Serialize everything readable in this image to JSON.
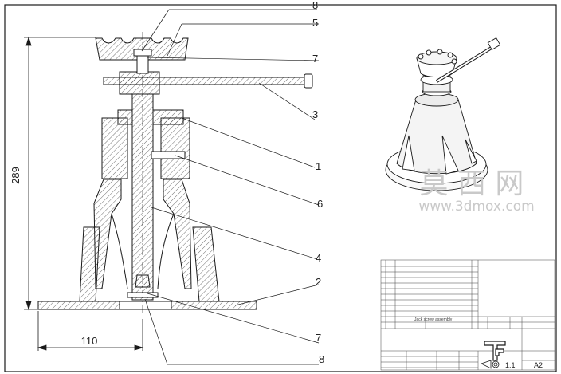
{
  "callouts": {
    "c8_top": "8",
    "c5": "5",
    "c7_top": "7",
    "c3": "3",
    "c1": "1",
    "c6": "6",
    "c4": "4",
    "c2": "2",
    "c7_bottom": "7",
    "c8_bottom": "8"
  },
  "dimensions": {
    "height": "289",
    "base_radius": "110"
  },
  "watermark": {
    "chinese": "莫 西 网",
    "url": "www.3dmox.com"
  },
  "title_block": {
    "scale": "1:1",
    "sheet": "A2",
    "assembly_name": "Jack screw assembly"
  },
  "colors": {
    "line": "#1a1a1a",
    "hatch": "#333333",
    "watermark": "#c9c9c9"
  }
}
